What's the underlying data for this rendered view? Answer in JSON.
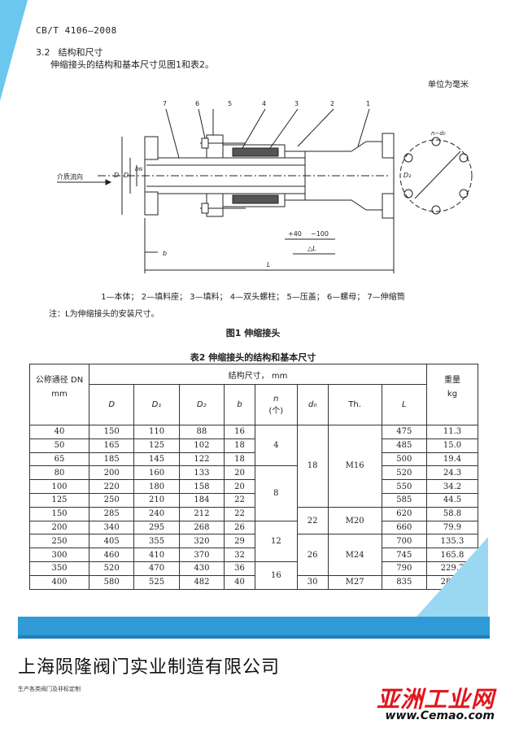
{
  "header": {
    "doc_code": "CB/T 4106—2008"
  },
  "section": {
    "number": "3.2",
    "title": "结构和尺寸",
    "intro": "伸缩接头的结构和基本尺寸见图1和表2。"
  },
  "unit_label": "单位为毫米",
  "figure": {
    "part_numbers": [
      "7",
      "6",
      "5",
      "4",
      "3",
      "2",
      "1"
    ],
    "flow_label": "介质流向",
    "dim_labels": {
      "D": "D",
      "D1": "D₁",
      "DN": "DN",
      "D2": "D₂",
      "b": "b",
      "plus40": "+40",
      "minus100": "−100",
      "deltaL": "△L",
      "L": "L",
      "n_d0": "n−d₀"
    },
    "legend": "1—本体；  2—填料座；  3—填料；  4—双头螺柱；  5—压盖；  6—螺母；  7—伸缩筒",
    "note": "注：L为伸缩接头的安装尺寸。",
    "caption": "图1    伸缩接头"
  },
  "table": {
    "caption": "表2    伸缩接头的结构和基本尺寸",
    "header": {
      "dn_label": "公称通径 DN",
      "dn_unit": "mm",
      "dims_label": "结构尺寸，  mm",
      "weight_label": "重量",
      "weight_unit": "kg",
      "cols": [
        "D",
        "D₁",
        "D₂",
        "b",
        "n",
        "(个)",
        "d₀",
        "Th.",
        "L"
      ]
    },
    "rows": [
      {
        "dn": "40",
        "D": "150",
        "D1": "110",
        "D2": "88",
        "b": "16",
        "L": "475",
        "w": "11.3"
      },
      {
        "dn": "50",
        "D": "165",
        "D1": "125",
        "D2": "102",
        "b": "18",
        "L": "485",
        "w": "15.0"
      },
      {
        "dn": "65",
        "D": "185",
        "D1": "145",
        "D2": "122",
        "b": "18",
        "L": "500",
        "w": "19.4"
      },
      {
        "dn": "80",
        "D": "200",
        "D1": "160",
        "D2": "133",
        "b": "20",
        "L": "520",
        "w": "24.3"
      },
      {
        "dn": "100",
        "D": "220",
        "D1": "180",
        "D2": "158",
        "b": "20",
        "L": "550",
        "w": "34.2"
      },
      {
        "dn": "125",
        "D": "250",
        "D1": "210",
        "D2": "184",
        "b": "22",
        "L": "585",
        "w": "44.5"
      },
      {
        "dn": "150",
        "D": "285",
        "D1": "240",
        "D2": "212",
        "b": "22",
        "L": "620",
        "w": "58.8"
      },
      {
        "dn": "200",
        "D": "340",
        "D1": "295",
        "D2": "268",
        "b": "26",
        "L": "660",
        "w": "79.9"
      },
      {
        "dn": "250",
        "D": "405",
        "D1": "355",
        "D2": "320",
        "b": "29",
        "L": "700",
        "w": "135.3"
      },
      {
        "dn": "300",
        "D": "460",
        "D1": "410",
        "D2": "370",
        "b": "32",
        "L": "745",
        "w": "165.8"
      },
      {
        "dn": "350",
        "D": "520",
        "D1": "470",
        "D2": "430",
        "b": "36",
        "L": "790",
        "w": "229.7"
      },
      {
        "dn": "400",
        "D": "580",
        "D1": "525",
        "D2": "482",
        "b": "40",
        "L": "835",
        "w": "281.7"
      }
    ],
    "merged": {
      "n": [
        "4",
        "8",
        "12",
        "16"
      ],
      "d0": [
        "18",
        "22",
        "26",
        "30"
      ],
      "th": [
        "M16",
        "M20",
        "M24",
        "M27"
      ]
    }
  },
  "footer": {
    "company": "上海陨隆阀门实业制造有限公司",
    "tagline": "生产各类阀门及非标定制",
    "brand": "亚洲工业网",
    "site": "www.Cemao.com"
  },
  "colors": {
    "accent": "#2f9ad6",
    "brand": "#e2141c",
    "corner": "#6cc7ef"
  }
}
